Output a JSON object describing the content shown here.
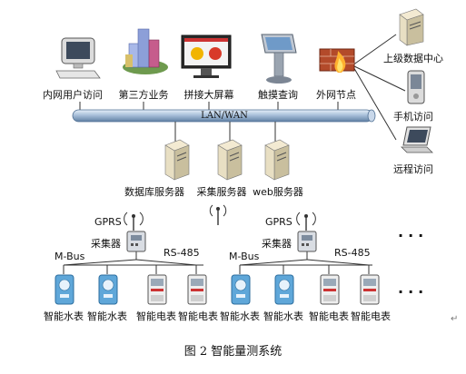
{
  "network": {
    "bus_label": "LAN/WAN"
  },
  "top_nodes": [
    {
      "label": "内网用户访问"
    },
    {
      "label": "第三方业务"
    },
    {
      "label": "拼接大屏幕"
    },
    {
      "label": "触摸查询"
    },
    {
      "label": "外网节点"
    }
  ],
  "remote_nodes": [
    {
      "label": "上级数据中心"
    },
    {
      "label": "手机访问"
    },
    {
      "label": "远程访问"
    }
  ],
  "servers": [
    {
      "label": "数据库服务器"
    },
    {
      "label": "采集服务器"
    },
    {
      "label": "web服务器"
    }
  ],
  "left_group": {
    "gprs": "GPRS",
    "collector": "采集器",
    "mbus": "M-Bus",
    "rs485": "RS-485",
    "meters": [
      "智能水表",
      "智能水表",
      "智能电表",
      "智能电表"
    ]
  },
  "right_group": {
    "gprs": "GPRS",
    "collector": "采集器",
    "mbus": "M-Bus",
    "rs485": "RS-485",
    "meters": [
      "智能水表",
      "智能水表",
      "智能电表",
      "智能电表"
    ]
  },
  "ellipsis": "···",
  "caption": "图 2 智能量测系统",
  "return_mark": "↵"
}
